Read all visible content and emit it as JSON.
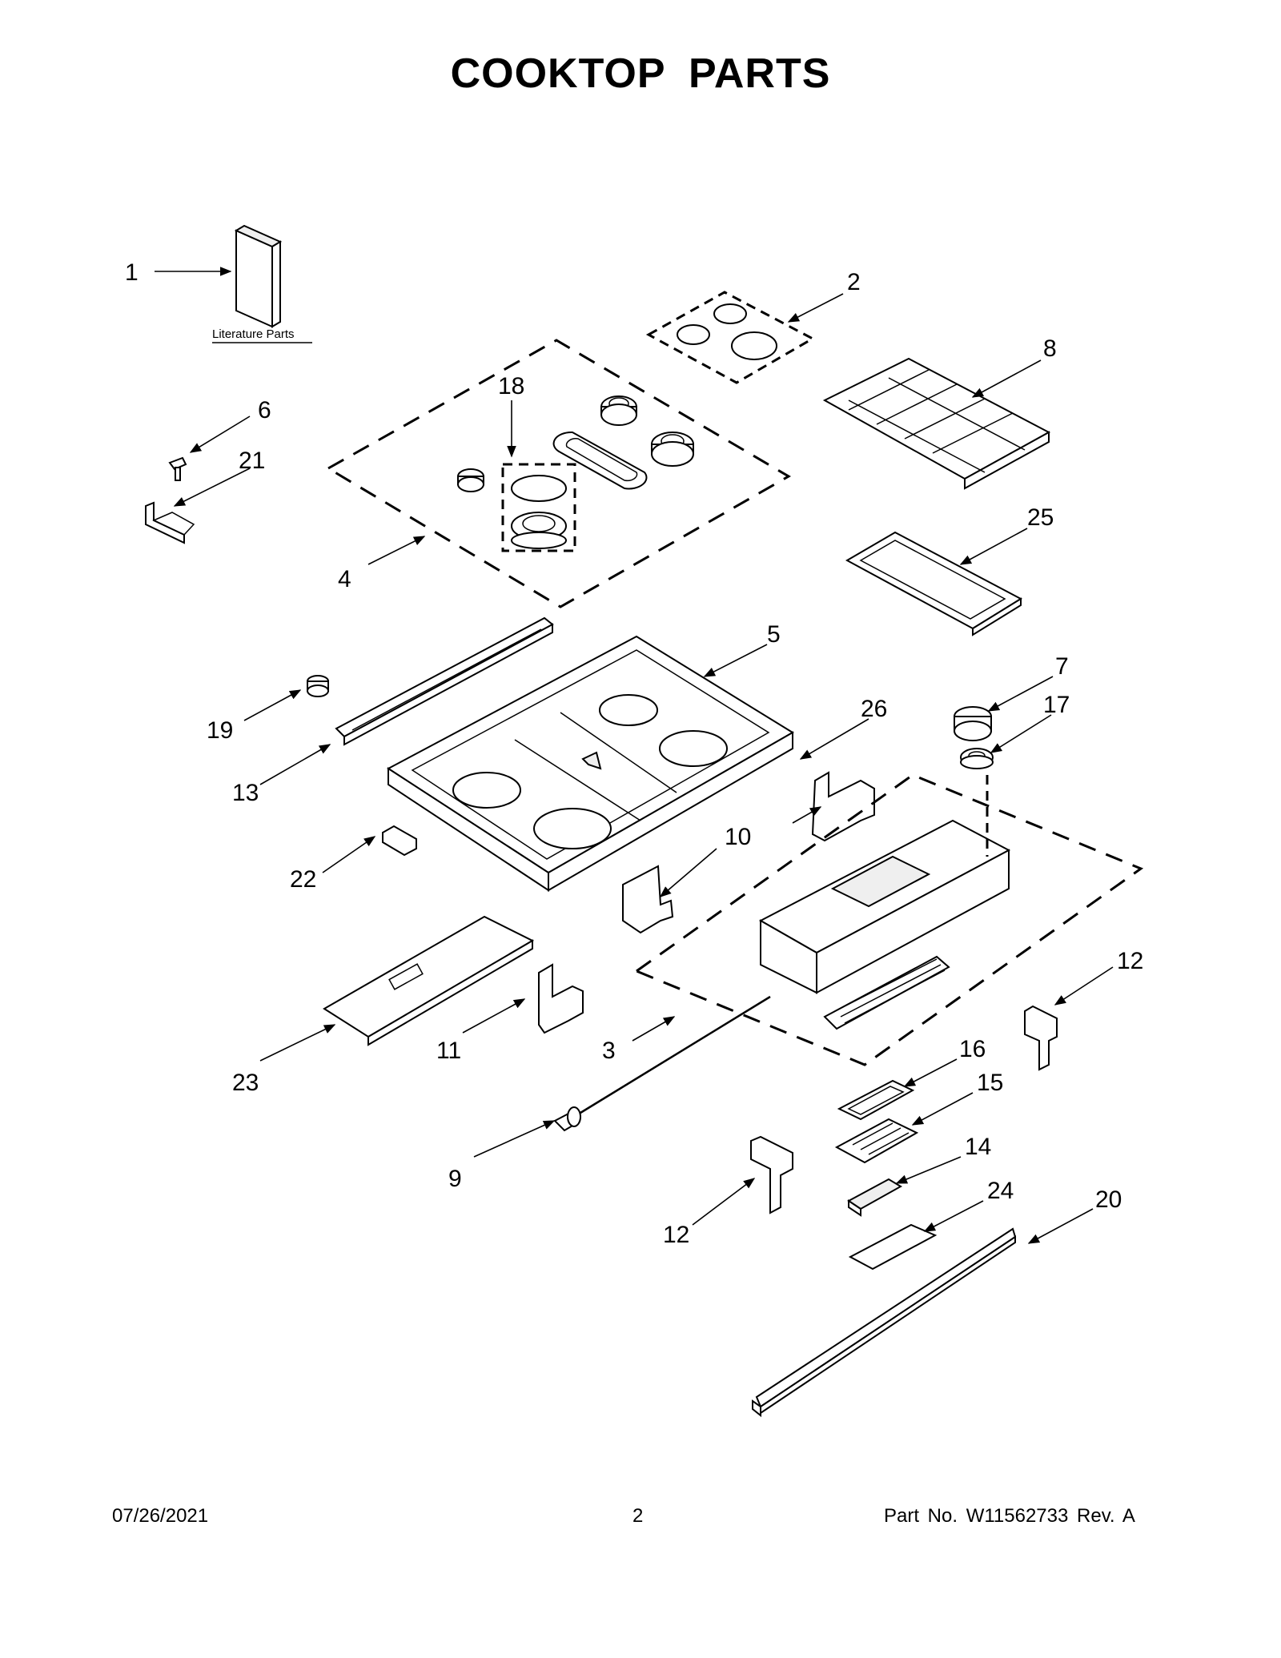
{
  "title": "COOKTOP PARTS",
  "literature_label": "Literature Parts",
  "callouts": {
    "c1": "1",
    "c2": "2",
    "c3": "3",
    "c4": "4",
    "c5": "5",
    "c6": "6",
    "c7": "7",
    "c8": "8",
    "c9": "9",
    "c10": "10",
    "c11": "11",
    "c12a": "12",
    "c12b": "12",
    "c13": "13",
    "c14": "14",
    "c15": "15",
    "c16": "16",
    "c17": "17",
    "c18": "18",
    "c19": "19",
    "c20": "20",
    "c21": "21",
    "c22": "22",
    "c23": "23",
    "c24": "24",
    "c25": "25",
    "c26": "26"
  },
  "footer": {
    "date": "07/26/2021",
    "page": "2",
    "part_no": "Part No.  W11562733  Rev.  A"
  }
}
